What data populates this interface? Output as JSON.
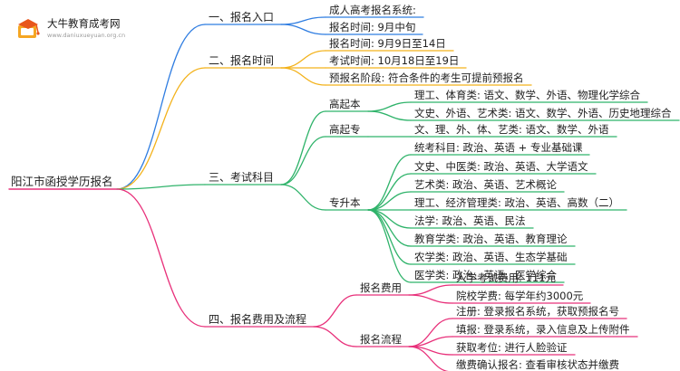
{
  "logo": {
    "title": "大牛教育成考网",
    "subtitle": "www.daniuxueyuan.org.cn"
  },
  "colors": {
    "blue": "#2f7de1",
    "orange": "#f3b21b",
    "green": "#2fb36a",
    "pink": "#e8307a"
  },
  "root": "阳江市函授学历报名",
  "branches": [
    {
      "label": "一、报名入口",
      "children": [
        {
          "label": "成人高考报名系统:"
        },
        {
          "label": "报名时间: 9月中旬"
        }
      ]
    },
    {
      "label": "二、报名时间",
      "children": [
        {
          "label": "报名时间: 9月9日至14日"
        },
        {
          "label": "考试时间: 10月18日至19日"
        },
        {
          "label": "预报名阶段: 符合条件的考生可提前预报名"
        }
      ]
    },
    {
      "label": "三、考试科目",
      "children": [
        {
          "label": "高起本",
          "children": [
            {
              "label": "理工、体育类: 语文、数学、外语、物理化学综合"
            },
            {
              "label": "文史、外语、艺术类: 语文、数学、外语、历史地理综合"
            }
          ]
        },
        {
          "label": "高起专",
          "children": [
            {
              "label": "文、理、外、体、艺类: 语文、数学、外语"
            }
          ]
        },
        {
          "label": "专升本",
          "children": [
            {
              "label": "统考科目: 政治、英语 + 专业基础课"
            },
            {
              "label": "文史、中医类: 政治、英语、大学语文"
            },
            {
              "label": "艺术类: 政治、英语、艺术概论"
            },
            {
              "label": "理工、经济管理类: 政治、英语、高数（二）"
            },
            {
              "label": "法学: 政治、英语、民法"
            },
            {
              "label": "教育学类: 政治、英语、教育理论"
            },
            {
              "label": "农学类: 政治、英语、生态学基础"
            },
            {
              "label": "医学类: 政治、英语、医学综合"
            }
          ]
        }
      ]
    },
    {
      "label": "四、报名费用及流程",
      "children": [
        {
          "label": "报名费用",
          "children": [
            {
              "label": "入学考试费用: 111元"
            },
            {
              "label": "院校学费: 每学年约3000元"
            }
          ]
        },
        {
          "label": "报名流程",
          "children": [
            {
              "label": "注册: 登录报名系统，获取预报名号"
            },
            {
              "label": "填报: 登录系统，录入信息及上传附件"
            },
            {
              "label": "获取考位: 进行人脸验证"
            },
            {
              "label": "缴费确认报名: 查看审核状态并缴费"
            }
          ]
        }
      ]
    }
  ]
}
